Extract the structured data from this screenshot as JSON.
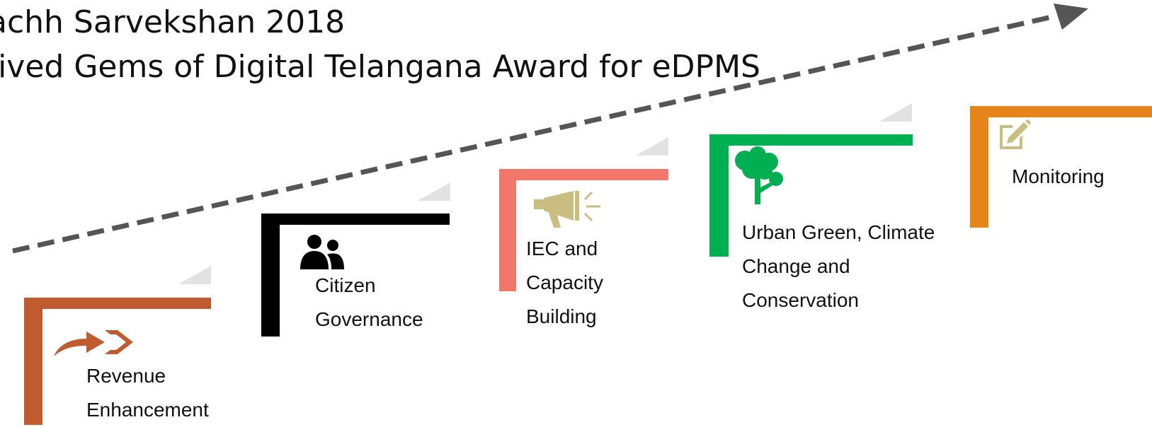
{
  "headlines": [
    "achh Sarvekshan 2018",
    "eived Gems of Digital Telangana Award for eDPMS"
  ],
  "colors": {
    "arrow": "#555555",
    "shadow": "#e2e2e2",
    "text": "#111111"
  },
  "steps": [
    {
      "label_lines": [
        "Revenue",
        "Enhancement"
      ],
      "color": "#c05a2f",
      "icon": "forward-arrow-icon",
      "icon_color": "#c05a2f"
    },
    {
      "label_lines": [
        "Citizen",
        "Governance"
      ],
      "color": "#000000",
      "icon": "people-icon",
      "icon_color": "#000000"
    },
    {
      "label_lines": [
        "IEC and",
        "Capacity",
        "Building"
      ],
      "color": "#f2766a",
      "icon": "megaphone-icon",
      "icon_color": "#c9bd7f"
    },
    {
      "label_lines": [
        "Urban Green, Climate",
        "Change and",
        "Conservation"
      ],
      "color": "#00b050",
      "icon": "tree-icon",
      "icon_color": "#00b050"
    },
    {
      "label_lines": [
        "Monitoring"
      ],
      "color": "#e4841b",
      "icon": "edit-icon",
      "icon_color": "#c9bd7f"
    }
  ]
}
